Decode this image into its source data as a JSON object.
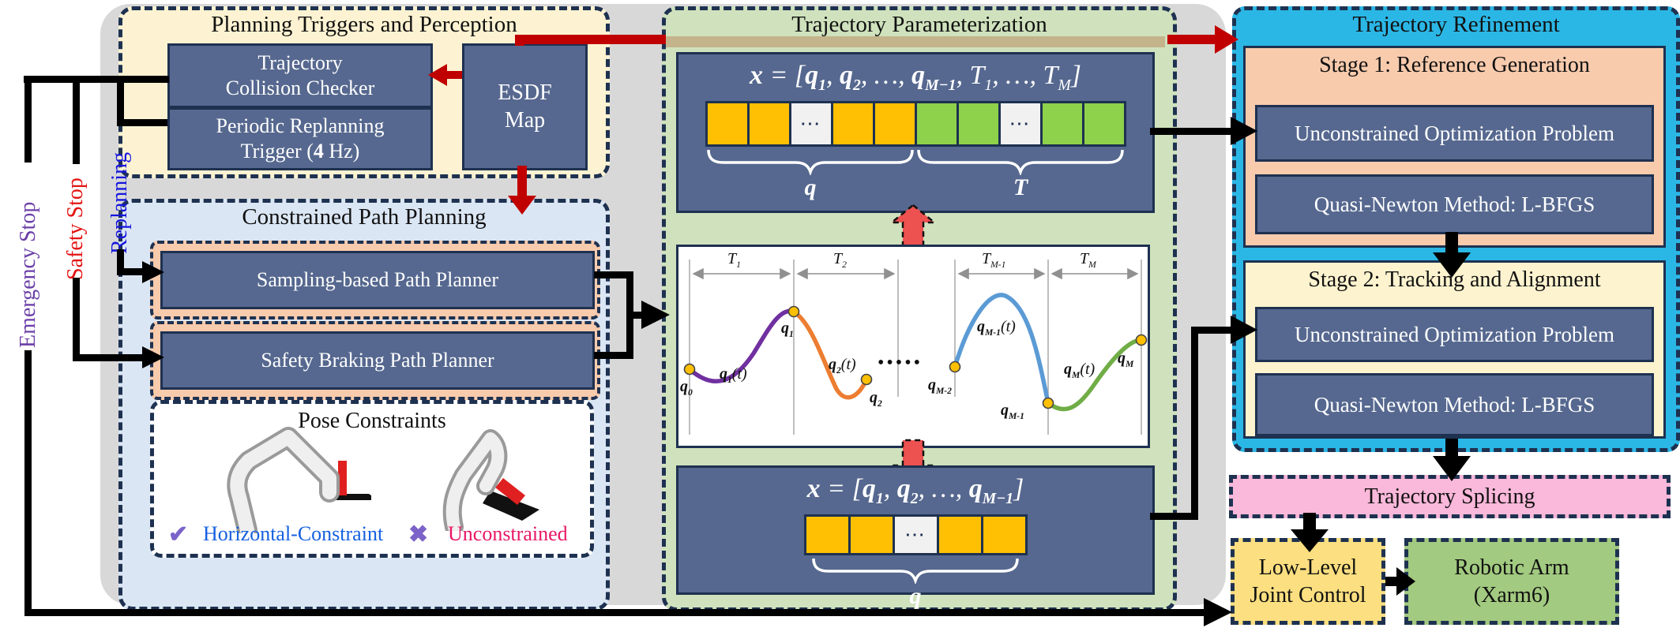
{
  "colors": {
    "gray_bg": "#d8d8d8",
    "navy_box": "#56688f",
    "dark_border": "#1e3150",
    "cream_panel": "#fdf3d2",
    "lightblue_panel": "#dbe6f4",
    "peach": "#f8cbad",
    "green_panel": "#cfe2bd",
    "tan_band": "#c3b48b",
    "cyan_panel": "#2bb7e6",
    "stage2_cream": "#fdf3cf",
    "pink_box": "#fab8da",
    "yellow_box": "#fbdf80",
    "green_box": "#a2ca80",
    "orange_cell": "#ffc003",
    "green_cell": "#8ed14b",
    "red_accent": "#c00000",
    "red_block_arrow": "#ed5150",
    "emergency_purple": "#6b3fa8",
    "safety_red": "#e31515",
    "replanning_blue": "#1616dd",
    "horizontal_blue": "#1560e0",
    "unconstrained_pink": "#e81866",
    "curve_purple": "#7030a0",
    "curve_orange": "#ed7d31",
    "curve_blue": "#5b9bd5",
    "curve_green": "#70ad47"
  },
  "side_labels": {
    "emergency": "Emergency Stop",
    "safety": "Safety Stop",
    "replanning": "Replanning"
  },
  "planning": {
    "title": "Planning Triggers and Perception",
    "collision_l1": "Trajectory",
    "collision_l2": "Collision Checker",
    "periodic_l1": "Periodic Replanning",
    "periodic_l2": [
      {
        "t": "Trigger ("
      },
      {
        "t": "4",
        "b": 1
      },
      {
        "t": " Hz)"
      }
    ],
    "esdf_l1": "ESDF",
    "esdf_l2": "Map"
  },
  "constrained": {
    "title": "Constrained Path Planning",
    "sampling": "Sampling-based Path Planner",
    "braking": "Safety Braking Path Planner",
    "pose": {
      "title": "Pose Constraints",
      "check": "✔",
      "cross": "✖",
      "horizontal": "Horizontal-Constraint",
      "unconstrained": "Unconstrained"
    }
  },
  "param": {
    "title": "Trajectory Parameterization",
    "eq_top": [
      {
        "t": "x",
        "b": 1
      },
      {
        "t": " = ["
      },
      {
        "t": "q",
        "b": 1,
        "s": "1"
      },
      {
        "t": ", "
      },
      {
        "t": "q",
        "b": 1,
        "s": "2"
      },
      {
        "t": ", …, "
      },
      {
        "t": "q",
        "b": 1,
        "s": "M−1"
      },
      {
        "t": ", T",
        "s": "1"
      },
      {
        "t": ", …, T",
        "s": "M"
      },
      {
        "t": "]"
      }
    ],
    "eq_bottom": [
      {
        "t": "x",
        "b": 1
      },
      {
        "t": " = ["
      },
      {
        "t": "q",
        "b": 1,
        "s": "1"
      },
      {
        "t": ", "
      },
      {
        "t": "q",
        "b": 1,
        "s": "2"
      },
      {
        "t": ", …, "
      },
      {
        "t": "q",
        "b": 1,
        "s": "M−1"
      },
      {
        "t": "]"
      }
    ],
    "top_cells": [
      "q",
      "q",
      "dots",
      "q",
      "q",
      "t",
      "t",
      "dots",
      "t",
      "t"
    ],
    "bottom_cells": [
      "q",
      "q",
      "dots",
      "q",
      "q"
    ],
    "cell_dots": "⋯",
    "brace_q": "q",
    "brace_t": "T",
    "brace_q2": "q",
    "plot": {
      "t1": [
        {
          "t": "T",
          "s": "1"
        }
      ],
      "t2": [
        {
          "t": "T",
          "s": "2"
        }
      ],
      "tm1": [
        {
          "t": "T",
          "s": "M-1"
        }
      ],
      "tm": [
        {
          "t": "T",
          "s": "M"
        }
      ],
      "q0": [
        {
          "t": "q",
          "b": 1,
          "s": "0"
        }
      ],
      "q1": [
        {
          "t": "q",
          "b": 1,
          "s": "1"
        }
      ],
      "q2": [
        {
          "t": "q",
          "b": 1,
          "s": "2"
        }
      ],
      "qm2": [
        {
          "t": "q",
          "b": 1,
          "s": "M-2"
        }
      ],
      "qm1": [
        {
          "t": "q",
          "b": 1,
          "s": "M-1"
        }
      ],
      "qm": [
        {
          "t": "q",
          "b": 1,
          "s": "M"
        }
      ],
      "f1": [
        {
          "t": "q",
          "b": 1,
          "s": "1"
        },
        {
          "t": "(t)"
        }
      ],
      "f2": [
        {
          "t": "q",
          "b": 1,
          "s": "2"
        },
        {
          "t": "(t)"
        }
      ],
      "fm1": [
        {
          "t": "q",
          "b": 1,
          "s": "M-1"
        },
        {
          "t": "(t)"
        }
      ],
      "fm": [
        {
          "t": "q",
          "b": 1,
          "s": "M"
        },
        {
          "t": "(t)"
        }
      ],
      "cdots": "•••••"
    }
  },
  "refine": {
    "title": "Trajectory Refinement",
    "stage1": {
      "title": "Stage 1: Reference Generation",
      "box1": "Unconstrained Optimization Problem",
      "box2": "Quasi-Newton Method: L-BFGS"
    },
    "stage2": {
      "title": "Stage 2: Tracking and Alignment",
      "box1": "Unconstrained Optimization Problem",
      "box2": "Quasi-Newton Method: L-BFGS"
    }
  },
  "splicing": "Trajectory Splicing",
  "low_level": {
    "l1": "Low-Level",
    "l2": "Joint Control"
  },
  "robotic": {
    "l1": "Robotic Arm",
    "l2": "(Xarm6)"
  }
}
